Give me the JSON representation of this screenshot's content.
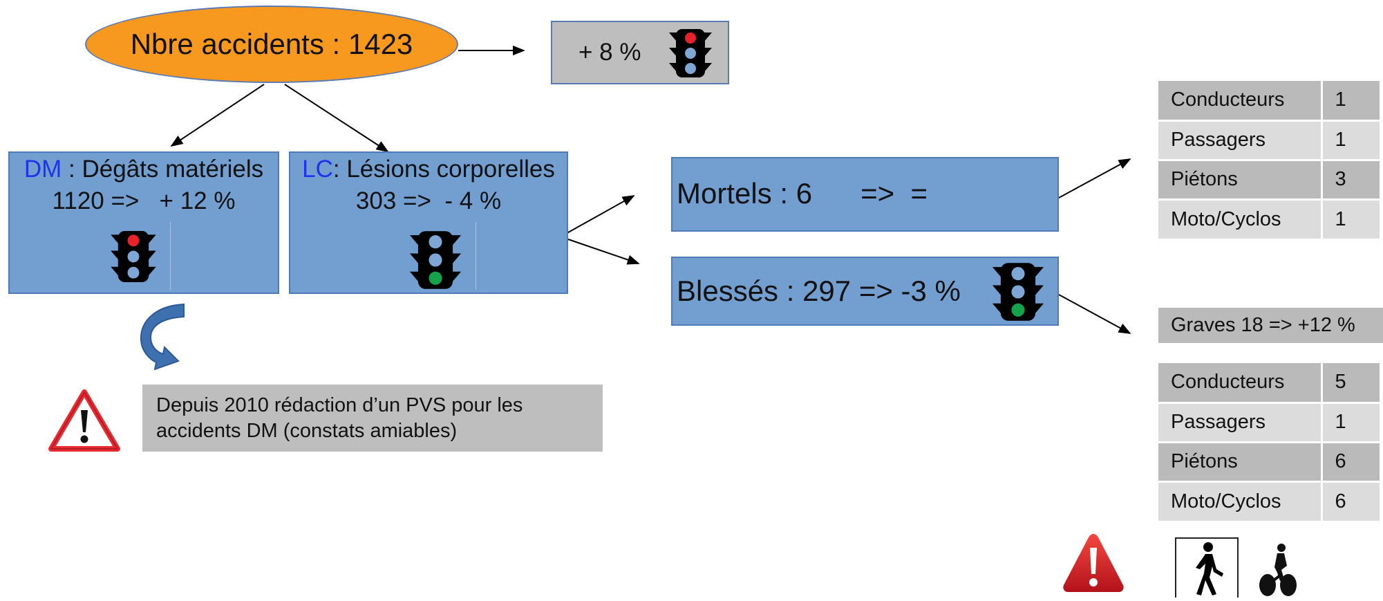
{
  "root": {
    "label": "Nbre accidents : 1423"
  },
  "overall_change": {
    "label": "+ 8 %"
  },
  "dm": {
    "abbr": "DM",
    "title_rest": " : Dégâts matériels",
    "stats": "1120 =>   + 12 %"
  },
  "lc": {
    "abbr": "LC",
    "title_rest": ": Lésions corporelles",
    "stats": "303 =>  - 4 %"
  },
  "mortels": {
    "label": "Mortels : 6      =>  ="
  },
  "blesses": {
    "label": "Blessés : 297 => -3 %"
  },
  "note": {
    "line1": "Depuis 2010 rédaction d’un PVS pour les",
    "line2": "accidents DM (constats amiables)"
  },
  "mortels_breakdown": [
    {
      "category": "Conducteurs",
      "value": "1"
    },
    {
      "category": "Passagers",
      "value": "1"
    },
    {
      "category": "Piétons",
      "value": "3"
    },
    {
      "category": "Moto/Cyclos",
      "value": "1"
    }
  ],
  "graves": {
    "label": "Graves 18 => +12 %"
  },
  "graves_breakdown": [
    {
      "category": "Conducteurs",
      "value": "5"
    },
    {
      "category": "Passagers",
      "value": "1"
    },
    {
      "category": "Piétons",
      "value": "6"
    },
    {
      "category": "Moto/Cyclos",
      "value": "6"
    }
  ],
  "traffic_lights": {
    "overall": "red",
    "dm": "red",
    "lc": "green",
    "blesses": "green"
  },
  "colors": {
    "ellipse": "#F8991F",
    "box_blue": "#729FD0",
    "box_border": "#4D7BB8",
    "gray_box": "#BEBEBE",
    "accent_text": "#1F32F0",
    "light_red": "#E8222A",
    "light_green": "#14A34A",
    "light_off": "#7FA7D6"
  },
  "icons": [
    "traffic-light-icon",
    "curved-arrow-icon",
    "warning-triangle-icon",
    "pedestrian-icon",
    "cyclist-icon"
  ]
}
